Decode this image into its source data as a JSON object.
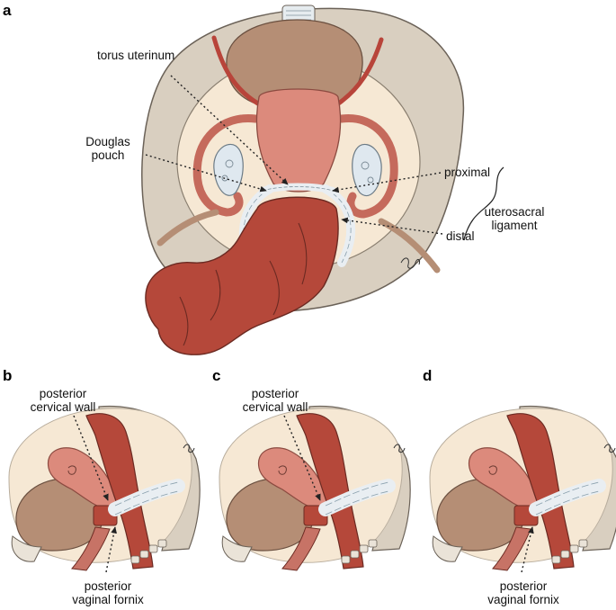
{
  "panels": {
    "a": {
      "letter": "a",
      "labels": {
        "torus_uterinum": "torus uterinum",
        "douglas_pouch_line1": "Douglas",
        "douglas_pouch_line2": "pouch",
        "proximal": "proximal",
        "distal": "distal",
        "uterosacral_line1": "uterosacral",
        "uterosacral_line2": "ligament"
      }
    },
    "b": {
      "letter": "b",
      "labels": {
        "cervical_line1": "posterior",
        "cervical_line2": "cervical wall",
        "fornix_line1": "posterior",
        "fornix_line2": "vaginal fornix"
      }
    },
    "c": {
      "letter": "c",
      "labels": {
        "cervical_line1": "posterior",
        "cervical_line2": "cervical wall"
      }
    },
    "d": {
      "letter": "d",
      "labels": {
        "fornix_line1": "posterior",
        "fornix_line2": "vaginal fornix"
      }
    }
  },
  "colors": {
    "pelvis": "#d9cfc0",
    "pelvis_outline": "#6b6258",
    "cavity": "#f6e8d4",
    "bladder": "#b58e75",
    "uterus": "#dc8a7c",
    "rectum": "#b5483a",
    "vessel": "#b8443a",
    "ovary": "#dfe8ef",
    "ligament": "#e9eef2"
  }
}
